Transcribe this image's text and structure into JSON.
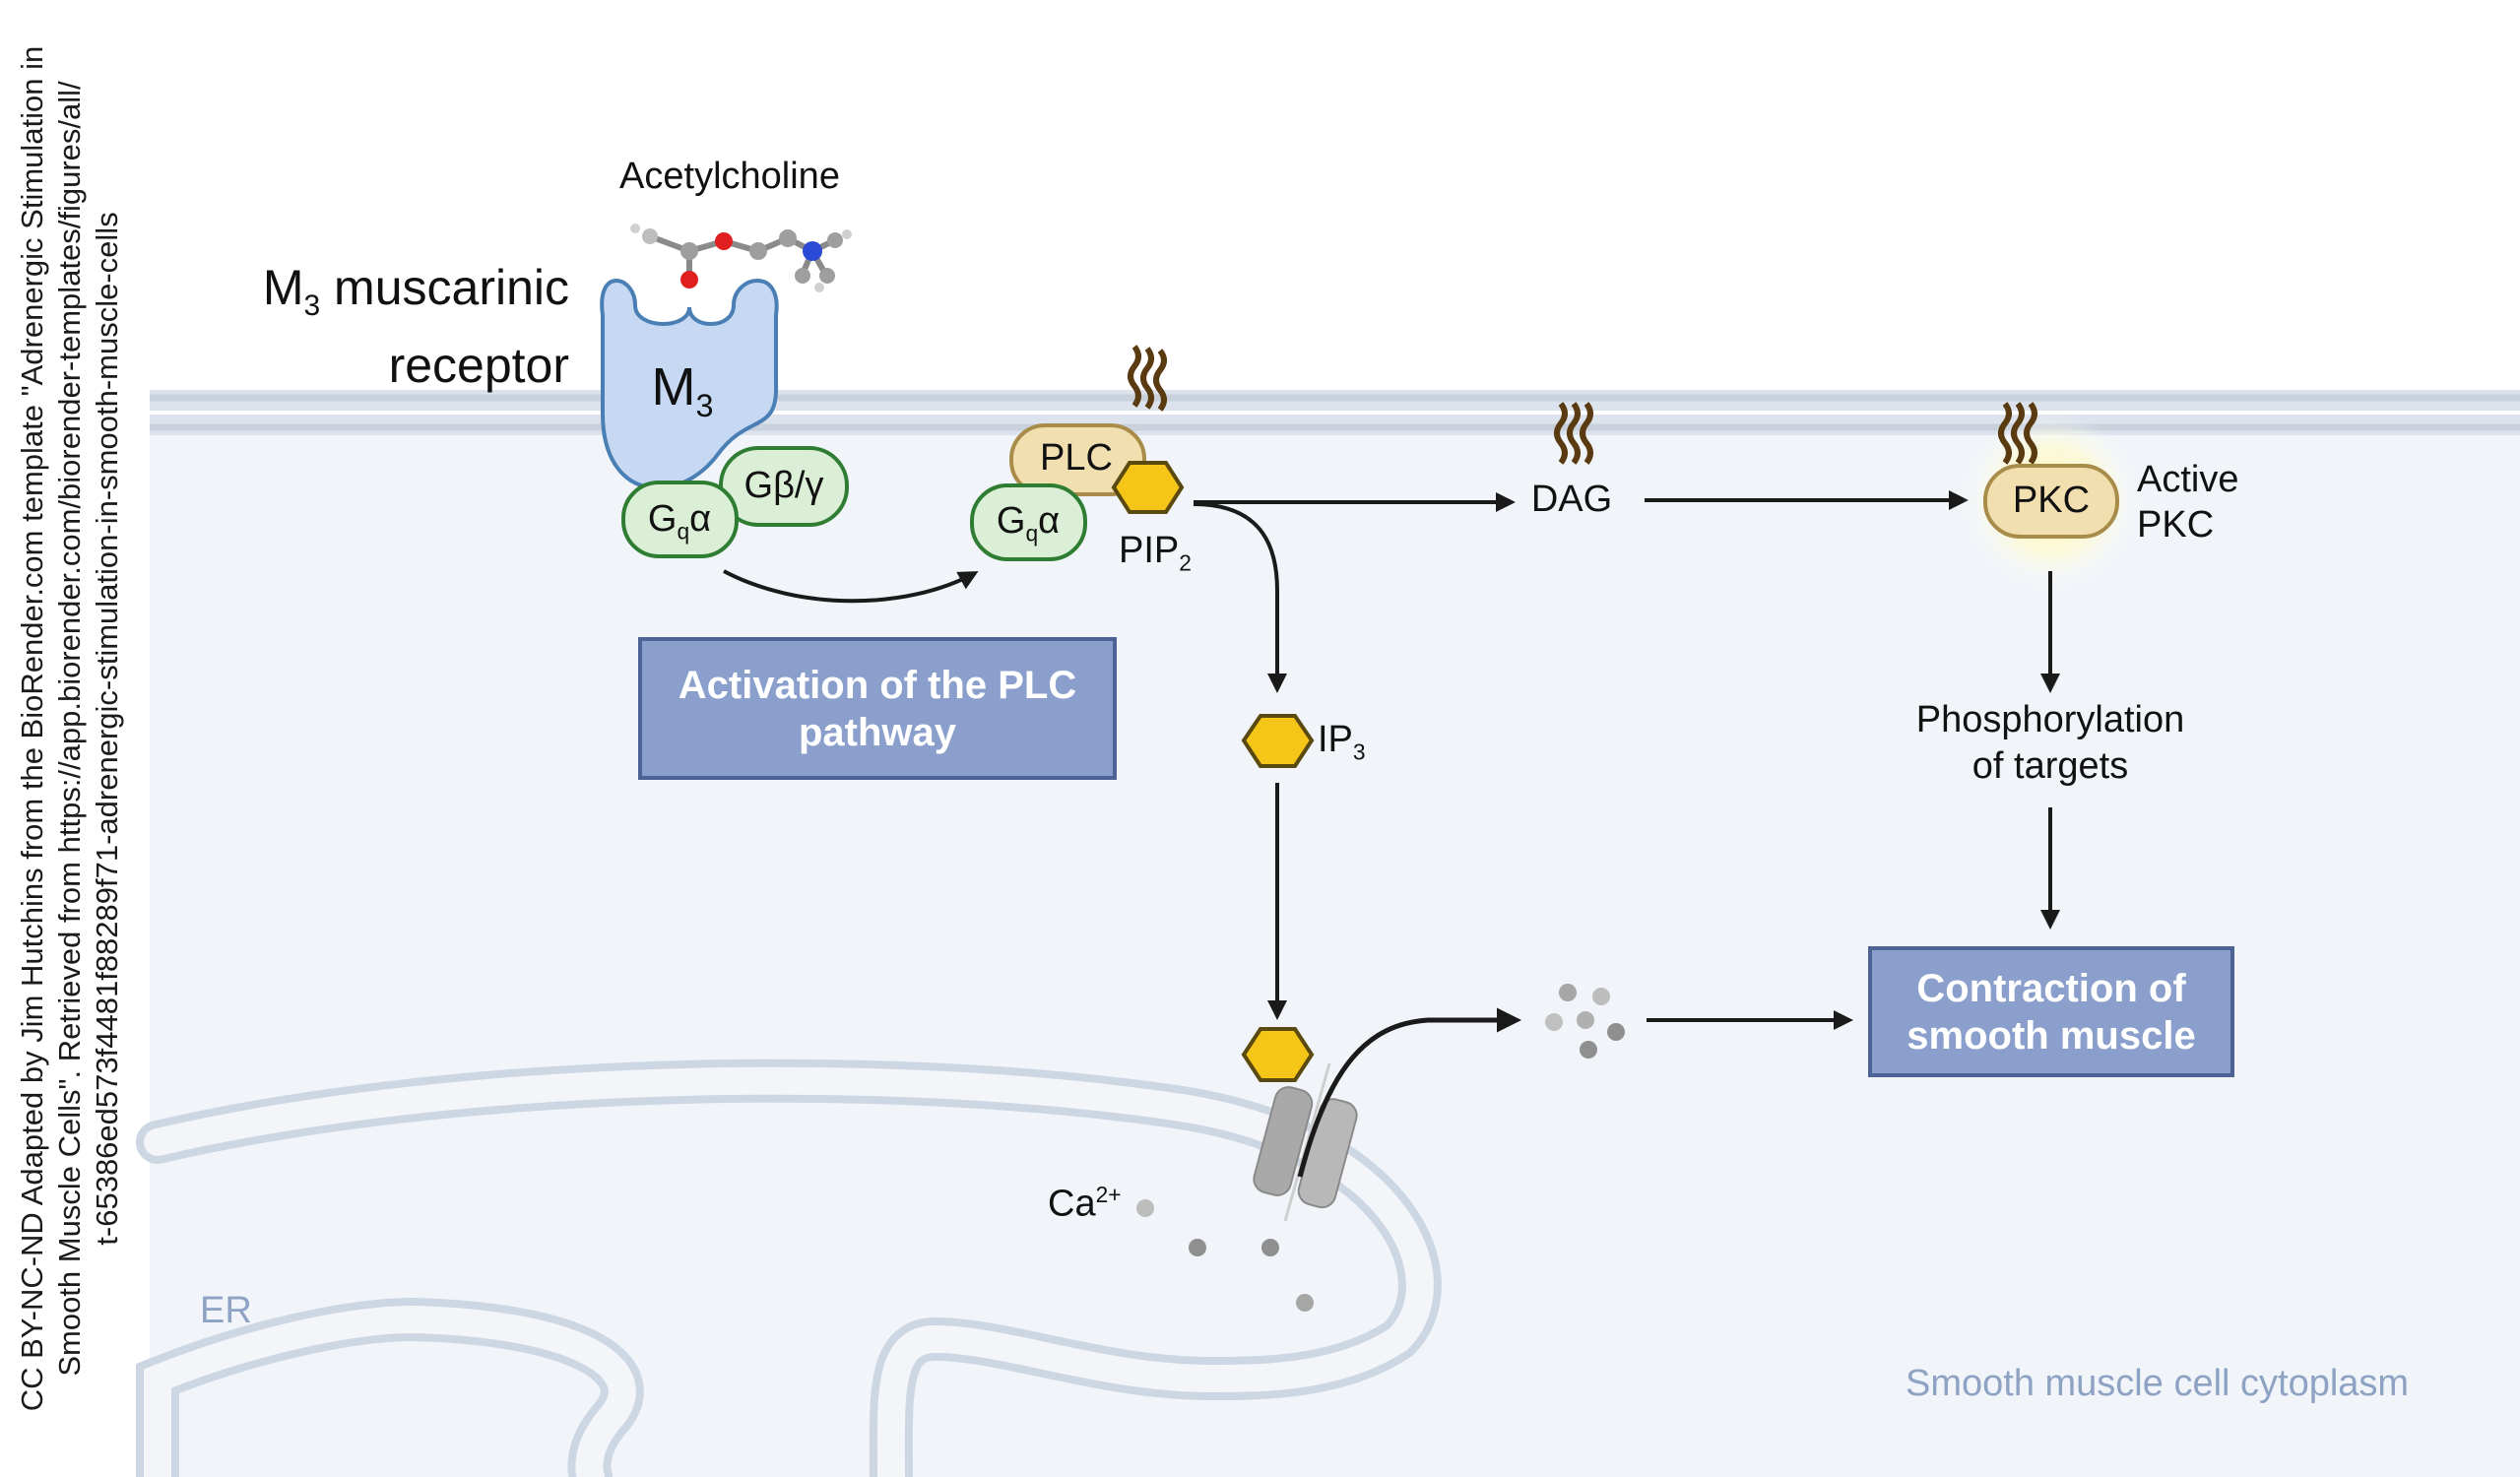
{
  "credit": {
    "line1": "CC BY-NC-ND Adapted by Jim Hutchins from the BioRender.com template \"Adrenergic Stimulation in",
    "line2": "Smooth Muscle Cells\". Retrieved from https://app.biorender.com/biorender-templates/figures/all/",
    "line3": "t-65386ed573f4481f88289f71-adrenergic-stimulation-in-smooth-muscle-cells"
  },
  "ligand": "Acetylcholine",
  "receptor": {
    "title_line1": "M",
    "title_sub": "3",
    "title_rest": " muscarinic",
    "title_line2": "receptor",
    "body_label": "M",
    "body_sub": "3"
  },
  "g_protein": {
    "alpha": "G",
    "alpha_sub": "q",
    "alpha_greek": "α",
    "beta_gamma": "Gβ/γ"
  },
  "plc": {
    "label": "PLC",
    "substrate": "PIP",
    "substrate_sub": "2"
  },
  "dag": "DAG",
  "pkc": {
    "label": "PKC",
    "active_line1": "Active",
    "active_line2": "PKC"
  },
  "ip3": {
    "label": "IP",
    "sub": "3"
  },
  "phosphorylation": {
    "line1": "Phosphorylation",
    "line2": "of targets"
  },
  "boxes": {
    "plc_activation": {
      "line1": "Activation of the PLC",
      "line2": "pathway"
    },
    "contraction": {
      "line1": "Contraction of",
      "line2": "smooth muscle"
    }
  },
  "calcium": {
    "label": "Ca",
    "sup": "2+"
  },
  "er": "ER",
  "cytoplasm": "Smooth muscle cell cytoplasm",
  "colors": {
    "box_fill": "#8a9fcb",
    "box_border": "#4d6396",
    "receptor": "#c7d9f2",
    "g_protein": "#dbefd6",
    "plc": "#f2dfb0",
    "ip3": "#f5c518",
    "membrane": "#d7deea",
    "cytoplasm": "#f1f5f9"
  }
}
